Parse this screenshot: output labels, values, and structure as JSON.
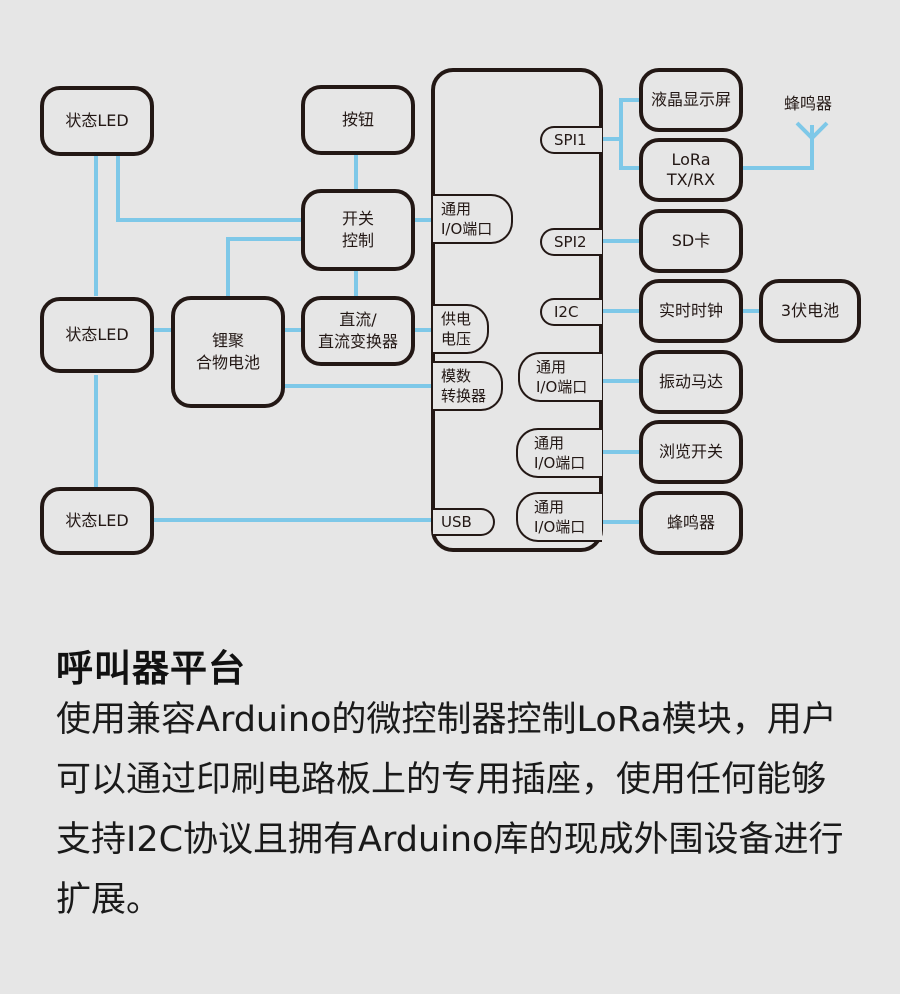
{
  "diagram": {
    "line_color": "#7ec8e8",
    "box_border_color": "#231815",
    "background": "#e6e6e6",
    "left_blocks": {
      "status_led_top": "状态LED",
      "status_led_mid": "状态LED",
      "status_led_bottom": "状态LED",
      "button": "按钮",
      "switch_control": [
        "开关",
        "控制"
      ],
      "lipo_battery": [
        "锂聚",
        "合物电池"
      ],
      "dcdc_converter": [
        "直流/",
        "直流变换器"
      ]
    },
    "mcu_left_ports": {
      "gpio": [
        "通用",
        "I/O端口"
      ],
      "supply_voltage": [
        "供电",
        "电压"
      ],
      "adc": [
        "模数",
        "转换器"
      ],
      "usb": "USB"
    },
    "mcu_right_ports": {
      "spi1": "SPI1",
      "spi2": "SPI2",
      "i2c": "I2C",
      "gpio1": [
        "通用",
        "I/O端口"
      ],
      "gpio2": [
        "通用",
        "I/O端口"
      ],
      "gpio3": [
        "通用",
        "I/O端口"
      ]
    },
    "right_blocks": {
      "lcd": "液晶显示屏",
      "lora": [
        "LoRa",
        "TX/RX"
      ],
      "sd_card": "SD卡",
      "rtc": "实时时钟",
      "battery_3v": "3伏电池",
      "vibration_motor": "振动马达",
      "browse_switch": "浏览开关",
      "buzzer": "蜂鸣器"
    },
    "antenna_label": "蜂鸣器"
  },
  "caption": {
    "title": "呼叫器平台",
    "body": "使用兼容Arduino的微控制器控制LoRa模块，用户可以通过印刷电路板上的专用插座，使用任何能够支持I2C协议且拥有Arduino库的现成外围设备进行扩展。"
  }
}
